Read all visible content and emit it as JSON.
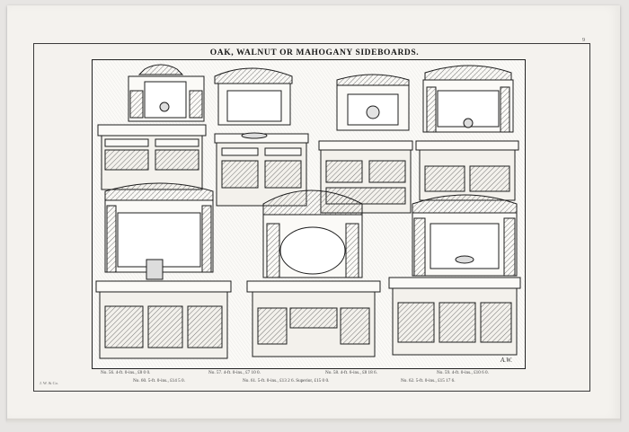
{
  "page": {
    "number": "9",
    "title": "OAK, WALNUT OR MAHOGANY SIDEBOARDS.",
    "printer_mark": "J. W. & Co."
  },
  "engraving": {
    "signature": "A.W.",
    "pieces": [
      "sideboard-1",
      "sideboard-2",
      "sideboard-3",
      "sideboard-4",
      "sideboard-5",
      "sideboard-6",
      "sideboard-7"
    ]
  },
  "captions": {
    "row1": [
      "No. 56.   4-ft. 0-ins., £8  0  0.",
      "No. 57.   4-ft. 0-ins., £7 10  0.",
      "No. 58.   4-ft. 6-ins., £8 18  6.",
      "No. 59.   4-ft. 0-ins., £10  6  0."
    ],
    "row2": [
      "No. 60.   5-ft. 0-ins., £14  5  0.",
      "No. 61.   5-ft. 0-ins., £13  2  6.  Superior, £15  0  0.",
      "No. 62.   5-ft. 0-ins., £15 17  6."
    ]
  }
}
